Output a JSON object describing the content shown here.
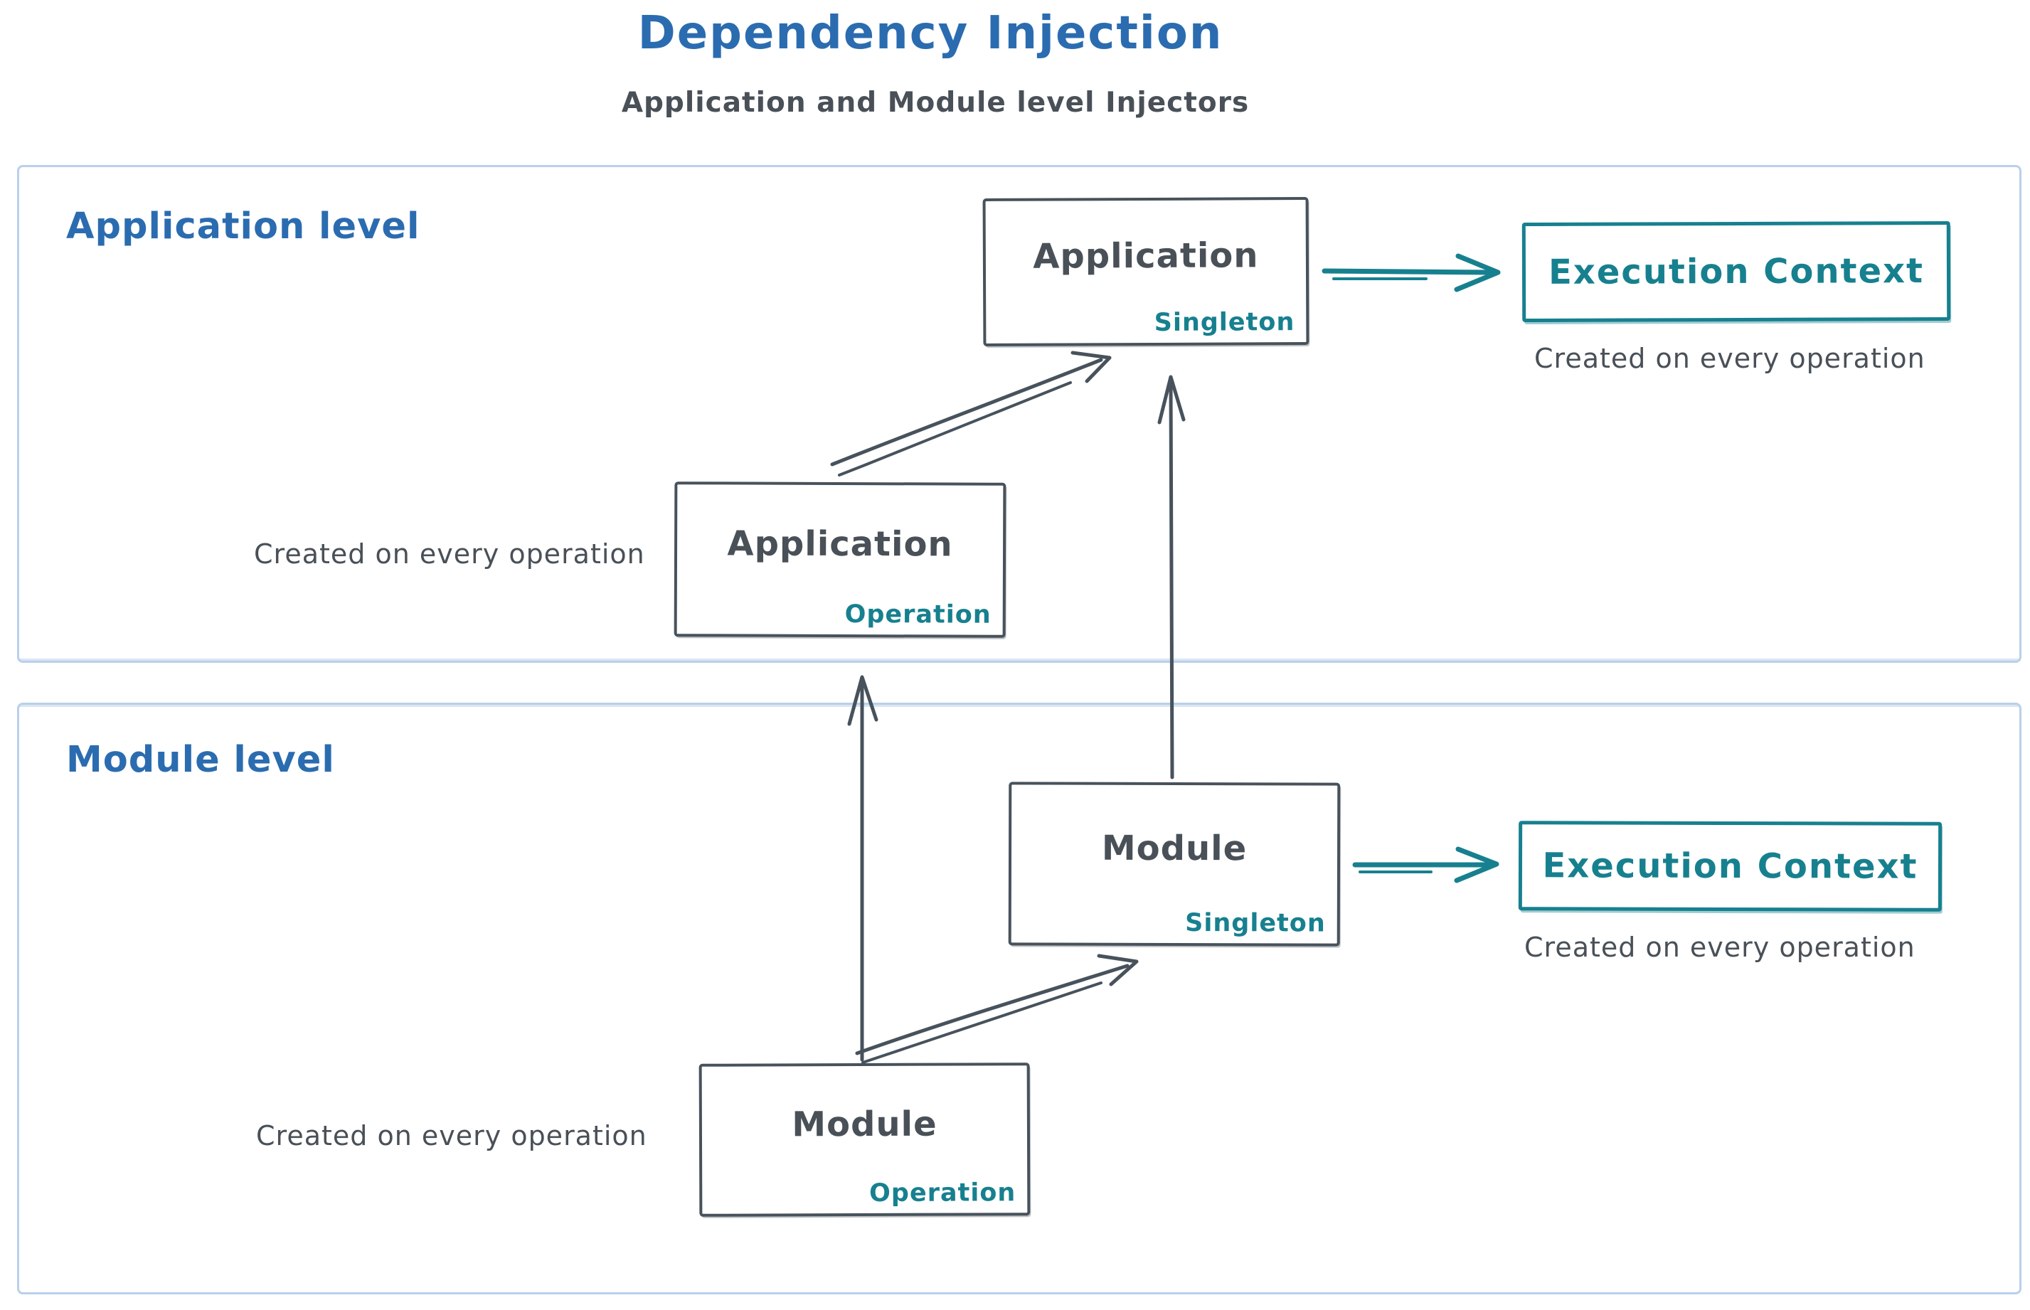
{
  "page": {
    "title": "Dependency Injection",
    "subtitle": "Application and Module level Injectors"
  },
  "colors": {
    "accent_blue": "#2b6cb0",
    "ink_gray": "#495057",
    "teal": "#17808f",
    "container_border": "#b9d0ea"
  },
  "sections": [
    {
      "label": "Application level",
      "singleton_box": {
        "name": "Application",
        "scope": "Singleton"
      },
      "operation_box": {
        "name": "Application",
        "scope": "Operation"
      },
      "execution_context_box": {
        "label": "Execution Context"
      },
      "execution_context_note": "Created on every operation",
      "operation_note": "Created on every operation"
    },
    {
      "label": "Module level",
      "singleton_box": {
        "name": "Module",
        "scope": "Singleton"
      },
      "operation_box": {
        "name": "Module",
        "scope": "Operation"
      },
      "execution_context_box": {
        "label": "Execution Context"
      },
      "execution_context_note": "Created on every operation",
      "operation_note": "Created on every operation"
    }
  ],
  "edges": [
    {
      "from": "application-operation",
      "to": "application-singleton",
      "color": "#47525c"
    },
    {
      "from": "module-singleton",
      "to": "application-singleton",
      "color": "#47525c"
    },
    {
      "from": "application-singleton",
      "to": "application-execution-context",
      "color": "#17808f"
    },
    {
      "from": "module-operation",
      "to": "application-operation",
      "color": "#47525c"
    },
    {
      "from": "module-operation",
      "to": "module-singleton",
      "color": "#47525c"
    },
    {
      "from": "module-singleton",
      "to": "module-execution-context",
      "color": "#17808f"
    }
  ]
}
